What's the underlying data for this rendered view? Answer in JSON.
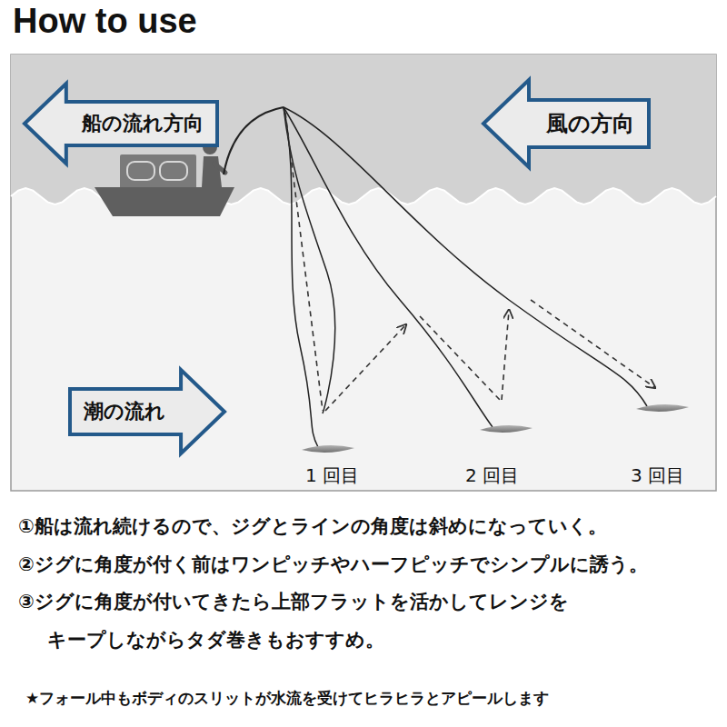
{
  "diagram": {
    "title": "How to use",
    "nodes": [
      {
        "text": [
          "船の流れ方向"
        ]
      },
      {
        "text": [
          "風の方向"
        ]
      },
      {
        "text": [
          "潮の流れ"
        ]
      }
    ],
    "labels": [
      "1 回目",
      "2 回目",
      "3 回目",
      "①船は流れ続けるので、ジグとラインの角度は斜めになっていく。",
      "②ジグに角度が付く前はワンピッチやハーフピッチでシンプルに誘う。",
      "③ジグに角度が付いてきたら上部フラットを活かしてレンジを キープしながらタダ巻きもおすすめ。",
      "★フォール中もボディのスリットが水流を受けてヒラヒラとアピールします"
    ]
  }
}
